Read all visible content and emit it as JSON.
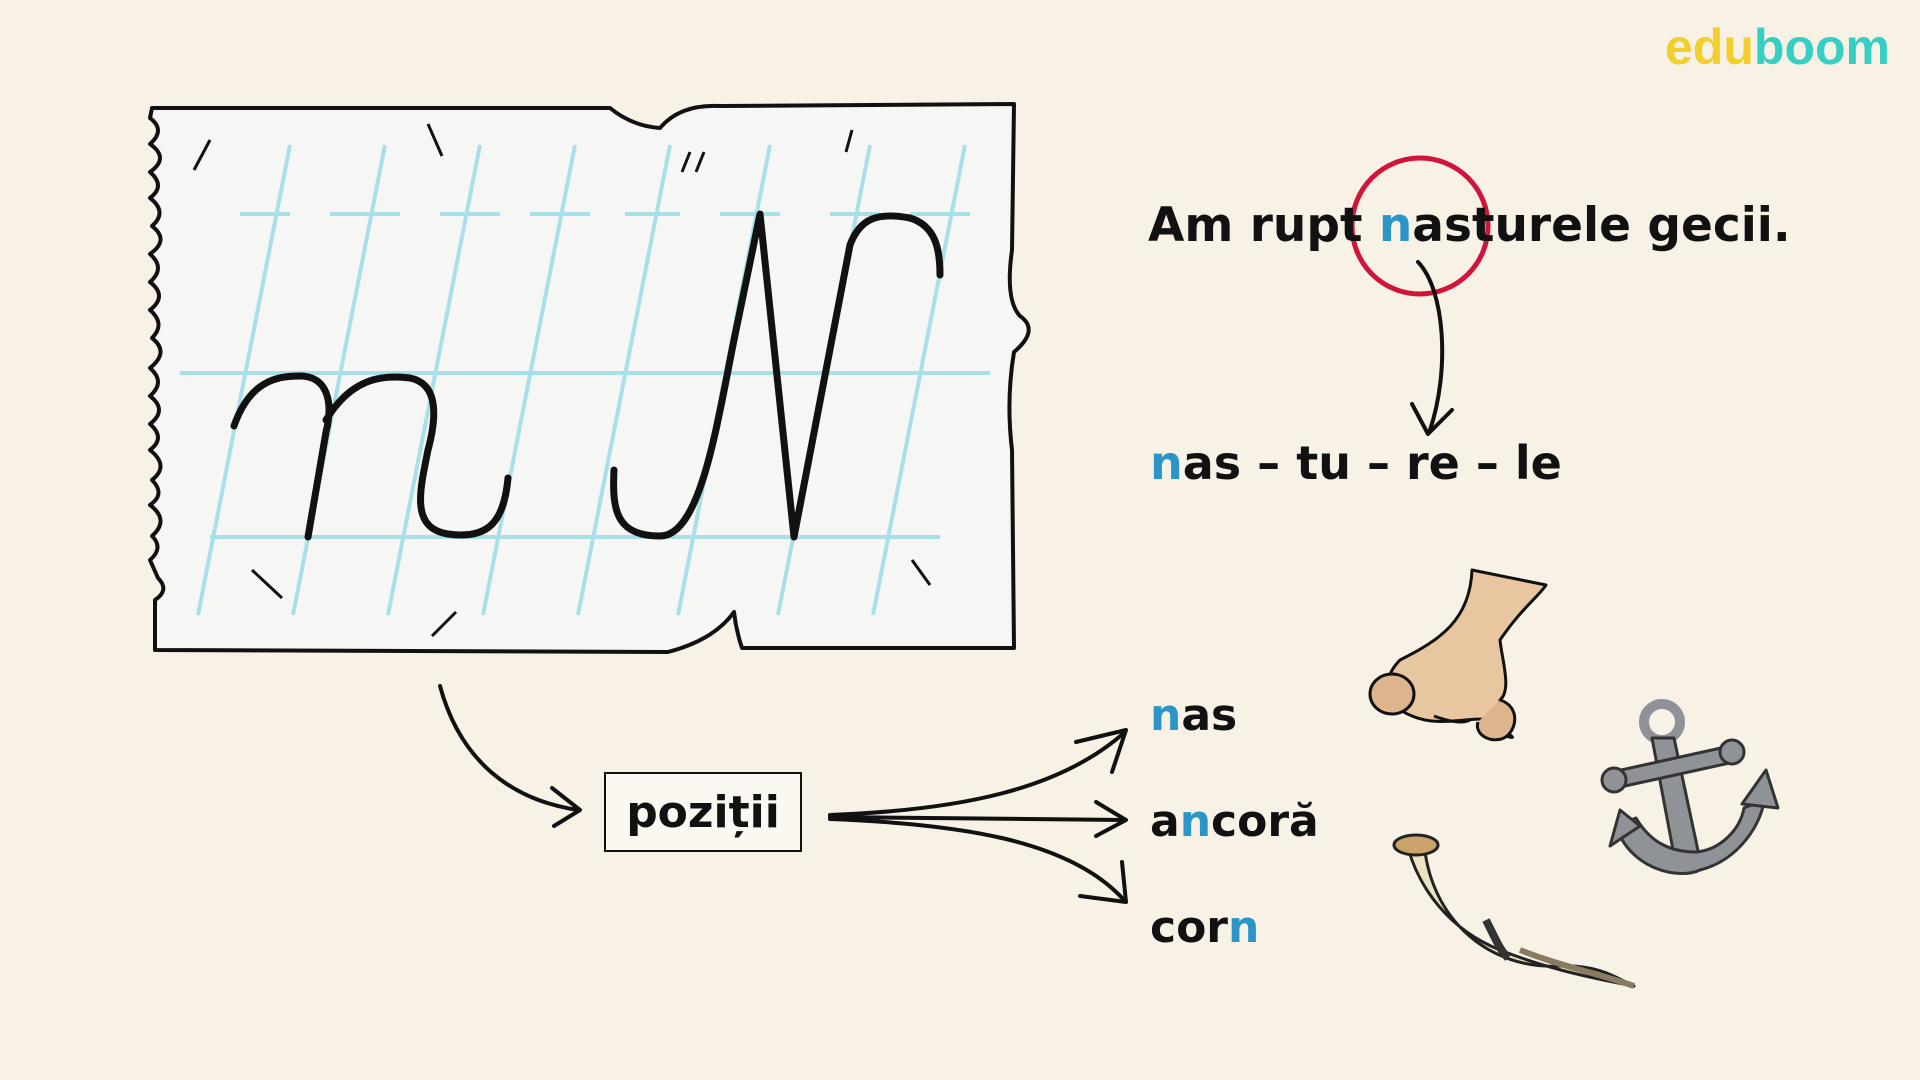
{
  "brand": {
    "part1": "edu",
    "part2": "boom",
    "color1": "#f2cf2c",
    "color2": "#35cfc3"
  },
  "highlight_color": "#2b95c7",
  "circle_color": "#d0143a",
  "sentence": {
    "before": "Am rupt ",
    "letter": "n",
    "after": "asturele gecii."
  },
  "syllables": {
    "letter": "n",
    "rest": "as – tu – re – le"
  },
  "box_label": "poziții",
  "words": [
    {
      "before": "",
      "letter": "n",
      "after": "as",
      "icon": "nose-icon"
    },
    {
      "before": "a",
      "letter": "n",
      "after": "coră",
      "icon": "anchor-icon"
    },
    {
      "before": "cor",
      "letter": "n",
      "after": "",
      "icon": "horn-icon"
    }
  ],
  "handwriting": {
    "lowercase": "n",
    "uppercase": "N"
  }
}
